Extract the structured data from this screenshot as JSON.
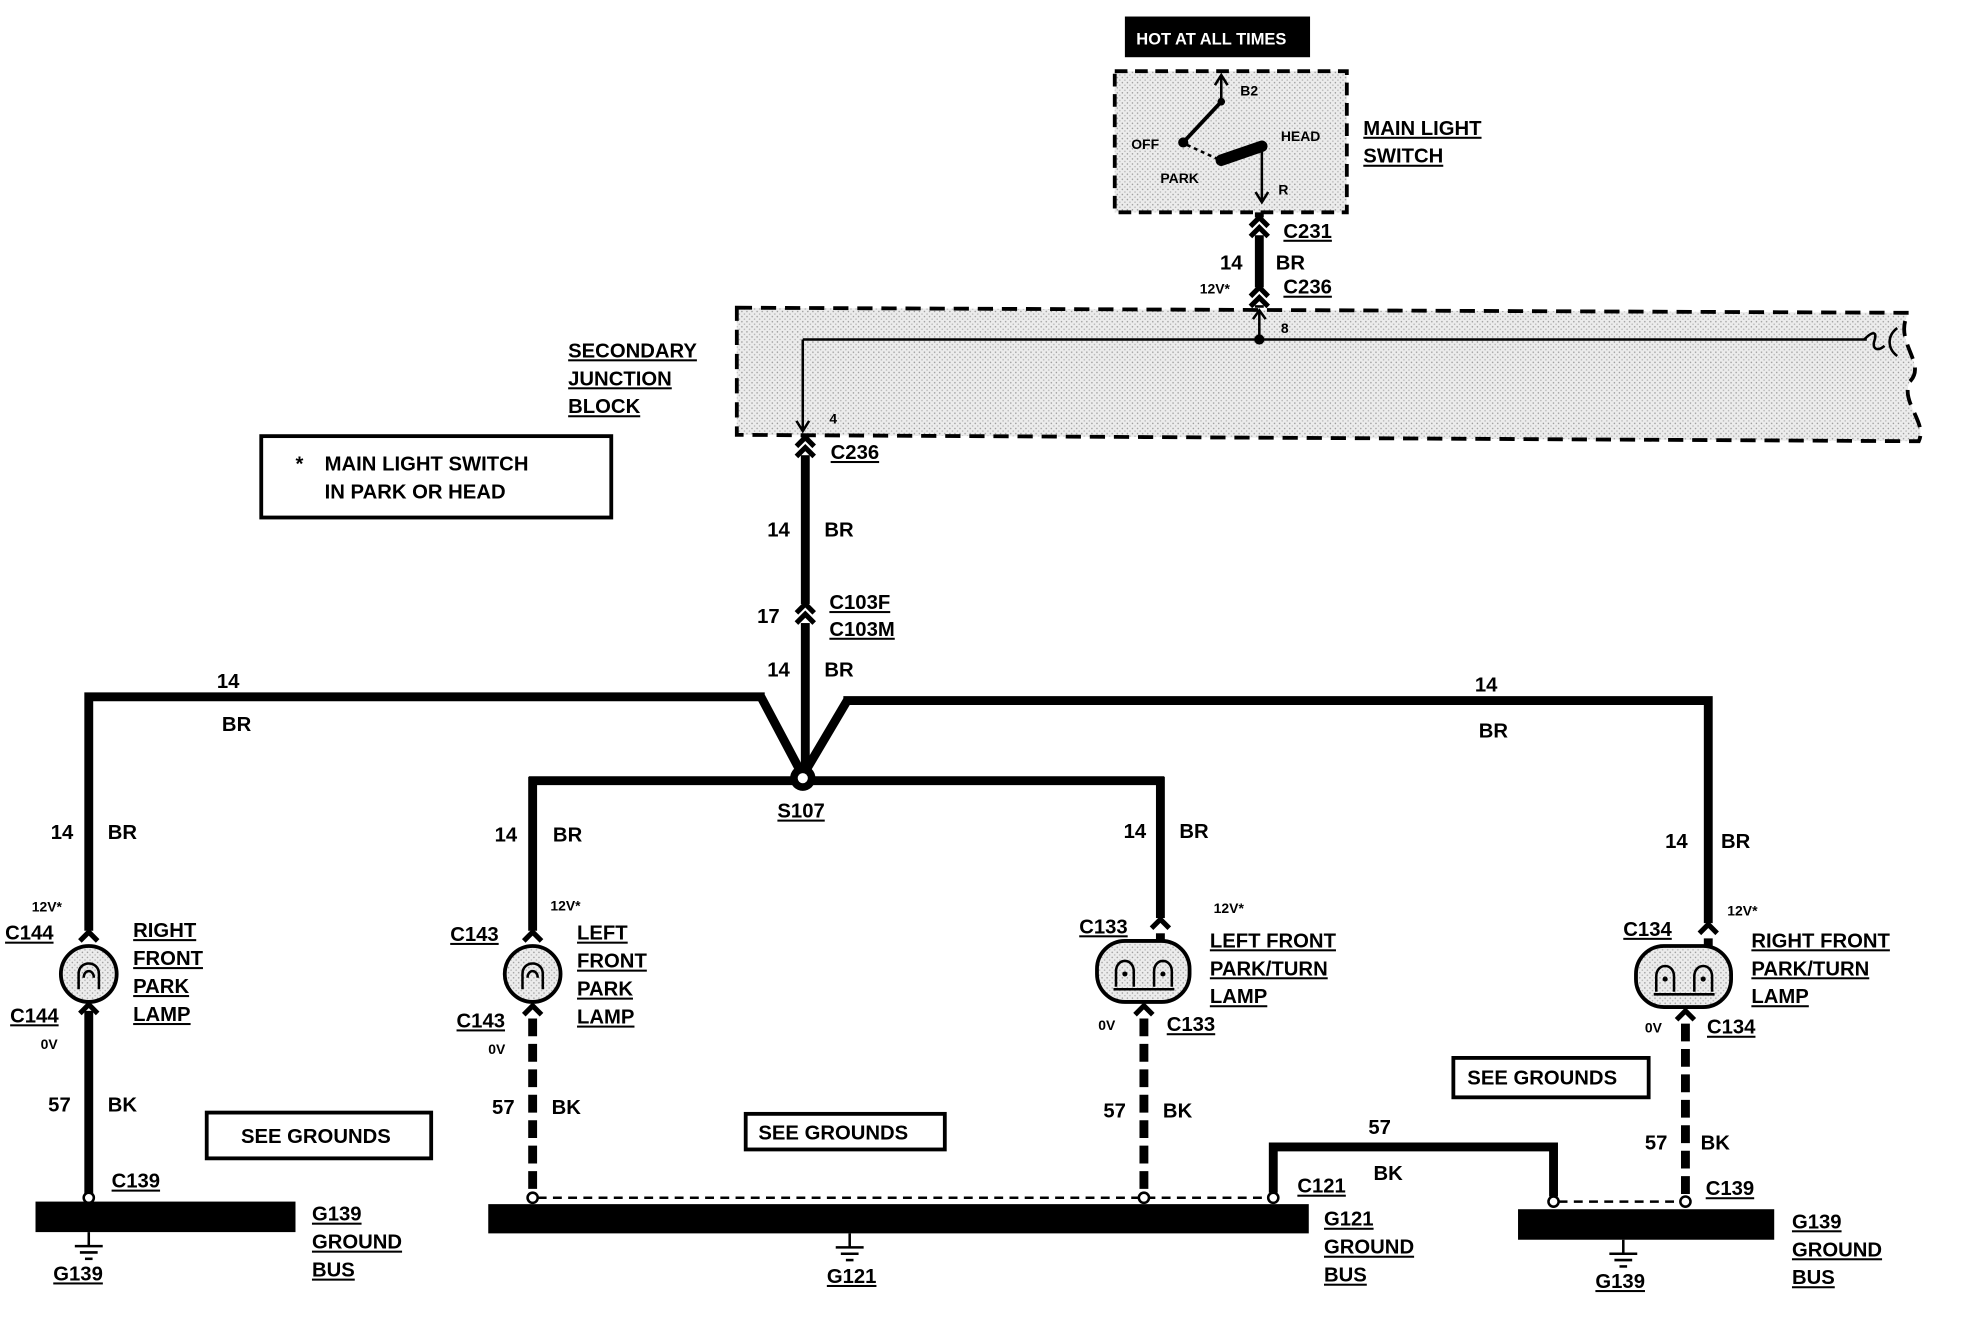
{
  "power_source": {
    "label": "HOT AT ALL TIMES"
  },
  "main_light_switch": {
    "title": [
      "MAIN LIGHT",
      "SWITCH"
    ],
    "terminal_b2": "B2",
    "position_off": "OFF",
    "position_park": "PARK",
    "position_head": "HEAD",
    "terminal_r": "R",
    "output_connector": "C231"
  },
  "switch_to_block_wire": {
    "gauge": "14",
    "color": "BR",
    "voltage": "12V*",
    "block_connector": "C236"
  },
  "secondary_junction_block": {
    "title": [
      "SECONDARY",
      "JUNCTION",
      "BLOCK"
    ],
    "pin_in": "8",
    "pin_out": "4",
    "output_connector": "C236"
  },
  "note": {
    "marker": "*",
    "lines": [
      "MAIN LIGHT SWITCH",
      "IN PARK OR HEAD"
    ]
  },
  "feed_wire": {
    "upper": {
      "gauge": "14",
      "color": "BR"
    },
    "inline_connector": {
      "pin": "17",
      "female": "C103F",
      "male": "C103M"
    },
    "lower": {
      "gauge": "14",
      "color": "BR"
    }
  },
  "splice": "S107",
  "left_trunk": {
    "gauge": "14",
    "color": "BR"
  },
  "right_trunk": {
    "gauge": "14",
    "color": "BR"
  },
  "lamps": [
    {
      "name": [
        "RIGHT",
        "FRONT",
        "PARK",
        "LAMP"
      ],
      "feed_gauge": "14",
      "feed_color": "BR",
      "voltage_on": "12V*",
      "connector_in": "C144",
      "connector_out": "C144",
      "voltage_off": "0V",
      "ground_gauge": "57",
      "ground_color": "BK"
    },
    {
      "name": [
        "LEFT",
        "FRONT",
        "PARK",
        "LAMP"
      ],
      "feed_gauge": "14",
      "feed_color": "BR",
      "voltage_on": "12V*",
      "connector_in": "C143",
      "connector_out": "C143",
      "voltage_off": "0V",
      "ground_gauge": "57",
      "ground_color": "BK"
    },
    {
      "name": [
        "LEFT FRONT",
        "PARK/TURN",
        "LAMP"
      ],
      "feed_gauge": "14",
      "feed_color": "BR",
      "voltage_on": "12V*",
      "connector_in": "C133",
      "connector_out": "C133",
      "voltage_off": "0V",
      "ground_gauge": "57",
      "ground_color": "BK"
    },
    {
      "name": [
        "RIGHT FRONT",
        "PARK/TURN",
        "LAMP"
      ],
      "feed_gauge": "14",
      "feed_color": "BR",
      "voltage_on": "12V*",
      "connector_in": "C134",
      "connector_out": "C134",
      "voltage_off": "0V",
      "ground_gauge": "57",
      "ground_color": "BK"
    }
  ],
  "grounds": [
    {
      "connector": "C139",
      "bus": [
        "G139",
        "GROUND",
        "BUS"
      ],
      "ground_point": "G139"
    },
    {
      "connector": "C121",
      "bus": [
        "G121",
        "GROUND",
        "BUS"
      ],
      "ground_point": "G121"
    },
    {
      "connector": "C139",
      "bus": [
        "G139",
        "GROUND",
        "BUS"
      ],
      "ground_point": "G139"
    }
  ],
  "ground_jumper": {
    "gauge": "57",
    "color": "BK"
  },
  "see_grounds": [
    "SEE GROUNDS",
    "SEE GROUNDS",
    "SEE GROUNDS"
  ]
}
